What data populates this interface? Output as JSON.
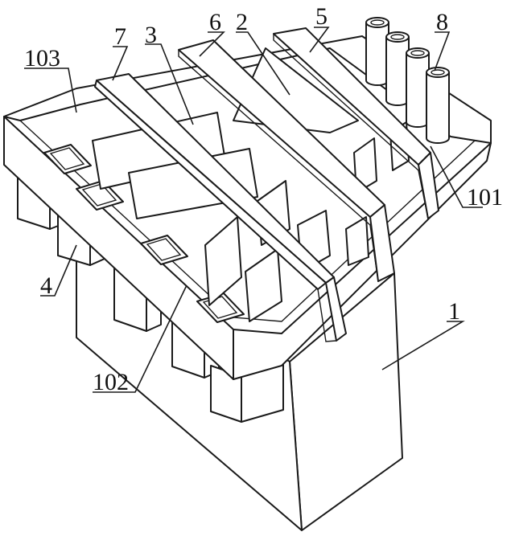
{
  "diagram": {
    "labels": {
      "l103": "103",
      "l7": "7",
      "l3": "3",
      "l6": "6",
      "l2": "2",
      "l5": "5",
      "l8": "8",
      "l101": "101",
      "l4": "4",
      "l102": "102",
      "l1": "1"
    }
  }
}
